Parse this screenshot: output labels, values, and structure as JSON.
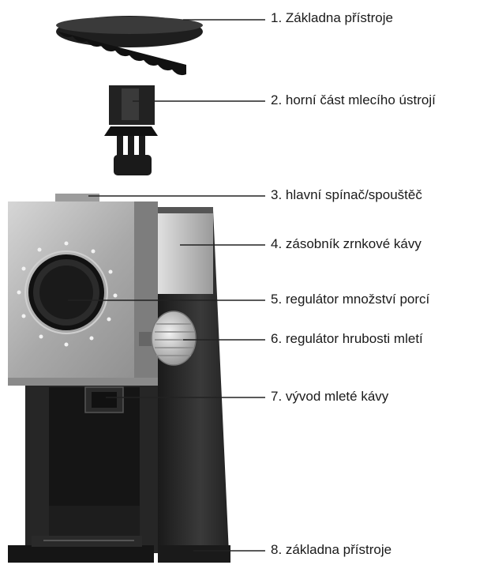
{
  "labels": [
    {
      "text": "1. Základna přístroje"
    },
    {
      "text": "2. horní část mlecího ústrojí"
    },
    {
      "text": "3. hlavní spínač/spouštěč"
    },
    {
      "text": "4. zásobník zrnkové kávy"
    },
    {
      "text": "5. regulátor množství porcí"
    },
    {
      "text": "6. regulátor hrubosti mletí"
    },
    {
      "text": "7. vývod mleté kávy"
    },
    {
      "text": "8. základna přístroje"
    }
  ],
  "colors": {
    "line": "#222222",
    "body_dark": "#2c2c2c",
    "panel_steel": "#b9b9b9",
    "knob_steel": "#c8c8c8"
  }
}
